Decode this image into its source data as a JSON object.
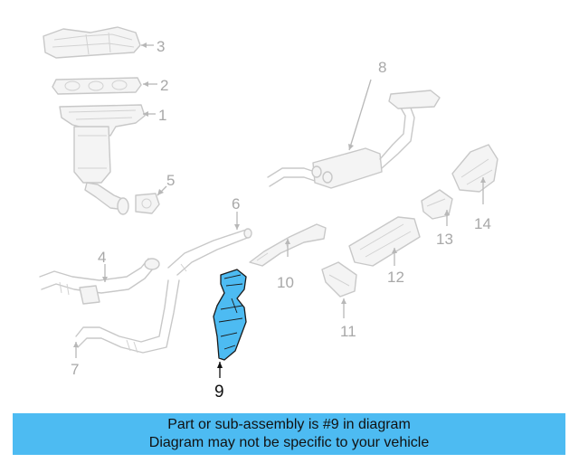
{
  "diagram": {
    "callouts": [
      {
        "id": "1",
        "label": "1"
      },
      {
        "id": "2",
        "label": "2"
      },
      {
        "id": "3",
        "label": "3"
      },
      {
        "id": "4",
        "label": "4"
      },
      {
        "id": "5",
        "label": "5"
      },
      {
        "id": "6",
        "label": "6"
      },
      {
        "id": "7",
        "label": "7"
      },
      {
        "id": "8",
        "label": "8"
      },
      {
        "id": "9",
        "label": "9"
      },
      {
        "id": "10",
        "label": "10"
      },
      {
        "id": "11",
        "label": "11"
      },
      {
        "id": "12",
        "label": "12"
      },
      {
        "id": "13",
        "label": "13"
      },
      {
        "id": "14",
        "label": "14"
      }
    ],
    "highlighted_part": "9",
    "colors": {
      "highlight": "#4dbbf2",
      "part_outline": "#c8c8c8",
      "callout_text": "#a8a8a8",
      "highlight_text": "#111111"
    }
  },
  "banner": {
    "line1": "Part or sub-assembly is #9 in diagram",
    "line2": "Diagram may not be specific to your vehicle",
    "color": "#4dbbf2"
  }
}
